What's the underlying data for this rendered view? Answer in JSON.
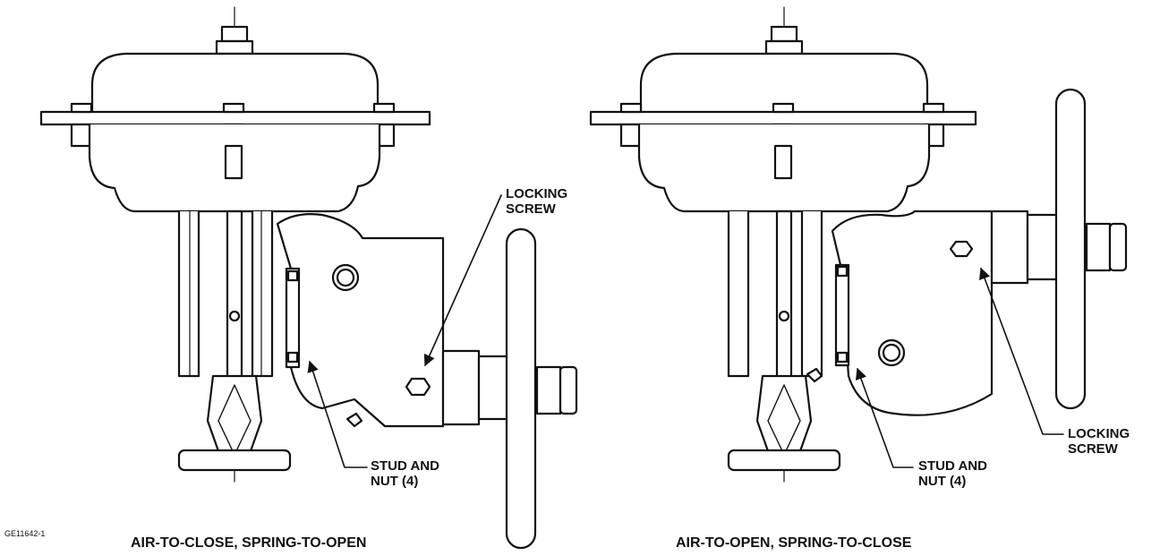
{
  "figure": {
    "left": {
      "caption": "AIR-TO-CLOSE, SPRING-TO-OPEN",
      "locking_screw": [
        "LOCKING",
        "SCREW"
      ],
      "stud_nut": [
        "STUD AND",
        "NUT (4)"
      ]
    },
    "right": {
      "caption": "AIR-TO-OPEN, SPRING-TO-CLOSE",
      "locking_screw": [
        "LOCKING",
        "SCREW"
      ],
      "stud_nut": [
        "STUD AND",
        "NUT (4)"
      ]
    },
    "drawing_id": "GE11642-1"
  },
  "colors": {
    "line": "#111111",
    "fill": "#ffffff"
  }
}
